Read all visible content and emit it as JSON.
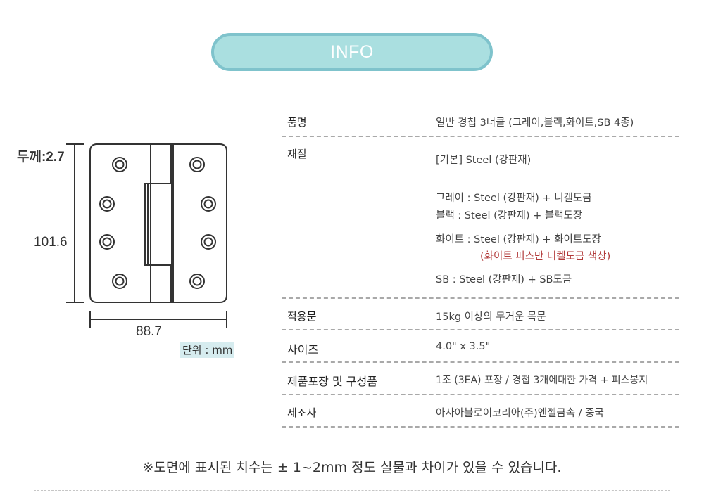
{
  "banner": {
    "title": "INFO"
  },
  "drawing": {
    "thickness_label": "두께:2.7",
    "height_label": "101.6",
    "width_label": "88.7",
    "unit_label": "단위 : mm"
  },
  "spec": {
    "product_name": {
      "label": "품명",
      "value": "일반 경첩 3너클 (그레이,블랙,화이트,SB 4종)"
    },
    "material": {
      "label": "재질",
      "lines": [
        "[기본] Steel (강판재)",
        "그레이 :  Steel (강판재) + 니켈도금",
        "블랙 :  Steel (강판재) + 블랙도장",
        "화이트 :  Steel (강판재) + 화이트도장",
        "(화이트 피스만 니켈도금 색상)",
        "SB :  Steel (강판재) + SB도금"
      ]
    },
    "door": {
      "label": "적용문",
      "value": "15kg 이상의 무거운 목문"
    },
    "size": {
      "label": "사이즈",
      "value": "4.0\" x 3.5\""
    },
    "package": {
      "label": "제품포장 및 구성품",
      "value": "1조 (3EA) 포장 / 경첩 3개에대한  가격 + 피스봉지"
    },
    "maker": {
      "label": "제조사",
      "value": "아사아블로이코리아(주)엔젤금속 / 중국"
    }
  },
  "footer": {
    "note": "※도면에 표시된 치수는 ± 1~2mm 정도 실물과 차이가 있을 수 있습니다."
  },
  "colors": {
    "banner_fill": "#aadfe0",
    "banner_border": "#7fc3cc",
    "note_red": "#b23a3a"
  }
}
